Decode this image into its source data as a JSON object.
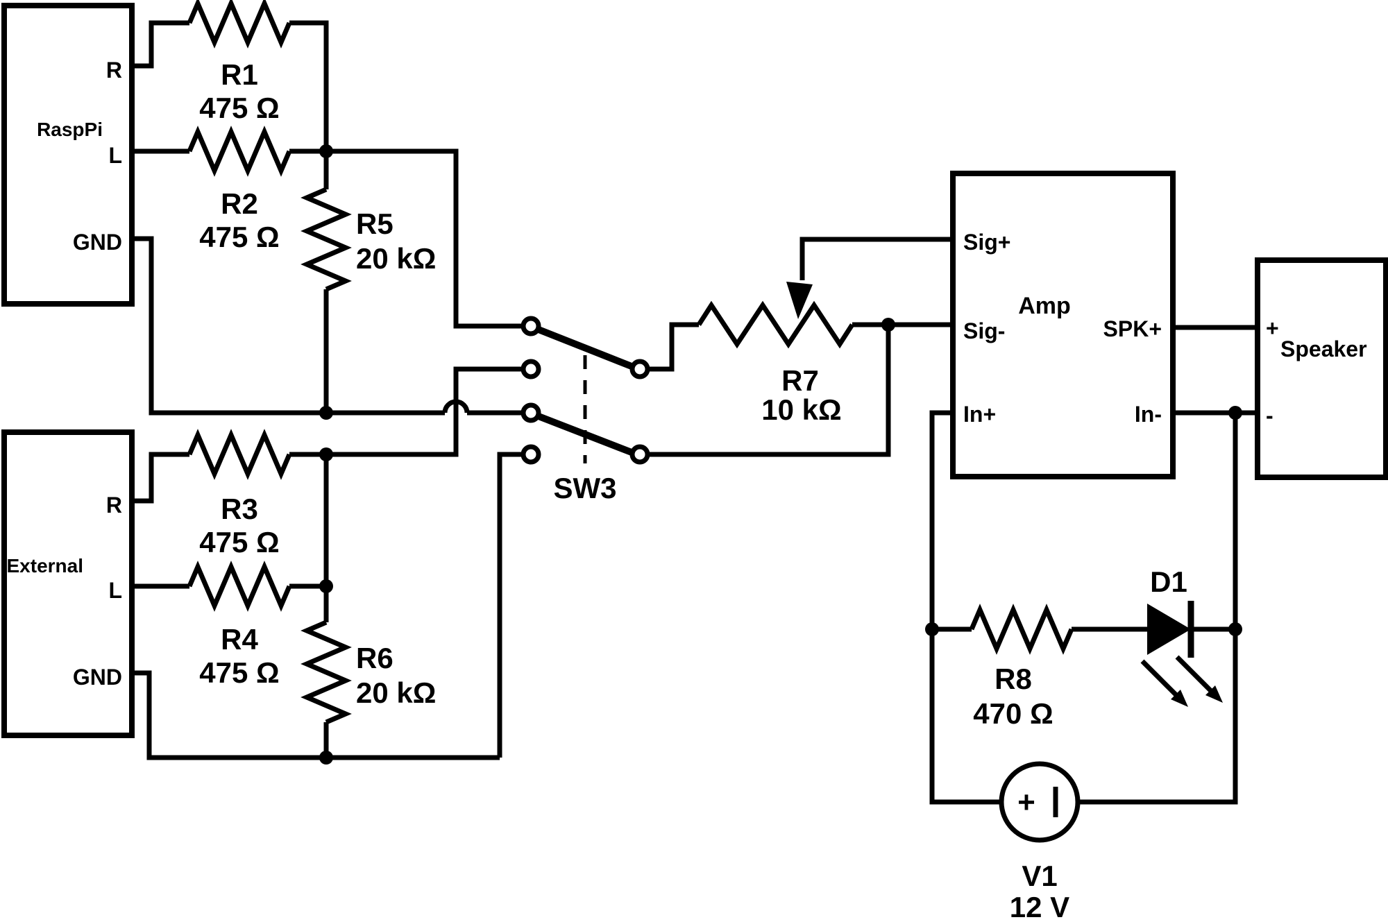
{
  "diagram_type": "circuit-schematic",
  "colors": {
    "line": "#000000",
    "background": "#ffffff"
  },
  "boxes": {
    "rasppi": {
      "title": "RaspPi",
      "pin_r": "R",
      "pin_l": "L",
      "pin_gnd": "GND"
    },
    "external": {
      "title": "External",
      "pin_r": "R",
      "pin_l": "L",
      "pin_gnd": "GND"
    },
    "amp": {
      "title": "Amp",
      "pin_sig_plus": "Sig+",
      "pin_sig_minus": "Sig-",
      "pin_in_plus": "In+",
      "pin_spk_plus": "SPK+",
      "pin_in_minus": "In-"
    },
    "speaker": {
      "title": "Speaker",
      "pin_plus": "+",
      "pin_minus": "-"
    }
  },
  "components": {
    "r1": {
      "name": "R1",
      "value": "475 Ω"
    },
    "r2": {
      "name": "R2",
      "value": "475 Ω"
    },
    "r3": {
      "name": "R3",
      "value": "475 Ω"
    },
    "r4": {
      "name": "R4",
      "value": "475 Ω"
    },
    "r5": {
      "name": "R5",
      "value": "20 kΩ"
    },
    "r6": {
      "name": "R6",
      "value": "20 kΩ"
    },
    "r7": {
      "name": "R7",
      "value": "10 kΩ"
    },
    "r8": {
      "name": "R8",
      "value": "470 Ω"
    },
    "sw3": {
      "name": "SW3"
    },
    "d1": {
      "name": "D1"
    },
    "v1": {
      "name": "V1",
      "value": "12 V",
      "plus": "+"
    }
  }
}
